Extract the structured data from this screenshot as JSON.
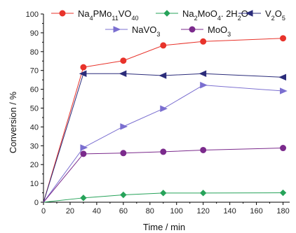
{
  "chart_data": {
    "type": "line",
    "xlabel": "Time / min",
    "ylabel": "Conversion / %",
    "xlim": [
      0,
      185
    ],
    "ylim": [
      0,
      100
    ],
    "xticks": [
      0,
      20,
      40,
      60,
      80,
      100,
      120,
      140,
      160,
      180
    ],
    "yticks": [
      0,
      10,
      20,
      30,
      40,
      50,
      60,
      70,
      80,
      90,
      100
    ],
    "grid": false,
    "legend_placement": "top",
    "series": [
      {
        "name": "Na4PMo11VO40",
        "color": "#e8332b",
        "marker": "circle",
        "x": [
          0,
          30,
          60,
          90,
          120,
          180
        ],
        "y": [
          0,
          71.7,
          75.2,
          83.3,
          85.4,
          87.1
        ]
      },
      {
        "name": "Na2MoO4. 2H2O",
        "color": "#27a35a",
        "marker": "diamond",
        "x": [
          0,
          30,
          60,
          90,
          120,
          180
        ],
        "y": [
          0,
          2.3,
          3.9,
          4.9,
          4.9,
          5.0
        ]
      },
      {
        "name": "V2O5",
        "color": "#2b2c7a",
        "marker": "triangle-left",
        "x": [
          0,
          30,
          60,
          90,
          120,
          180
        ],
        "y": [
          0,
          68.3,
          68.3,
          67.3,
          68.3,
          66.4
        ]
      },
      {
        "name": "NaVO3",
        "color": "#7b6fd0",
        "marker": "triangle-right",
        "x": [
          0,
          30,
          60,
          90,
          120,
          180
        ],
        "y": [
          0,
          29.0,
          40.2,
          49.7,
          62.2,
          59.1
        ]
      },
      {
        "name": "MoO3",
        "color": "#7b2a8c",
        "marker": "circle",
        "x": [
          0,
          30,
          60,
          90,
          120,
          180
        ],
        "y": [
          0,
          25.7,
          26.1,
          26.8,
          27.7,
          28.8
        ]
      }
    ]
  }
}
